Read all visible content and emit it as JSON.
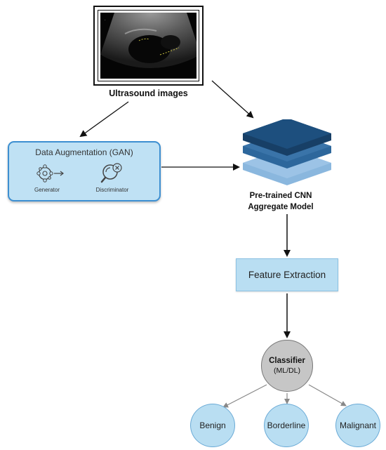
{
  "nodes": {
    "ultrasound": {
      "label": "Ultrasound images"
    },
    "gan": {
      "title": "Data Augmentation (GAN)",
      "generator": "Generator",
      "discriminator": "Discriminator"
    },
    "cnn": {
      "line1": "Pre-trained CNN",
      "line2": "Aggregate Model"
    },
    "feature": {
      "label": "Feature Extraction"
    },
    "classifier": {
      "line1": "Classifier",
      "line2": "(ML/DL)"
    },
    "outcomes": [
      "Benign",
      "Borderline",
      "Malignant"
    ]
  },
  "colors": {
    "layer_dark": "#1d4f7e",
    "layer_mid": "#3a74a9",
    "layer_light": "#8ab7de",
    "box_fill": "#bfe1f4",
    "box_border": "#3d8fd1",
    "classifier_fill": "#c6c6c6"
  },
  "icons": [
    "generator-network-icon",
    "discriminator-magnifier-icon",
    "stacked-layers-icon"
  ]
}
